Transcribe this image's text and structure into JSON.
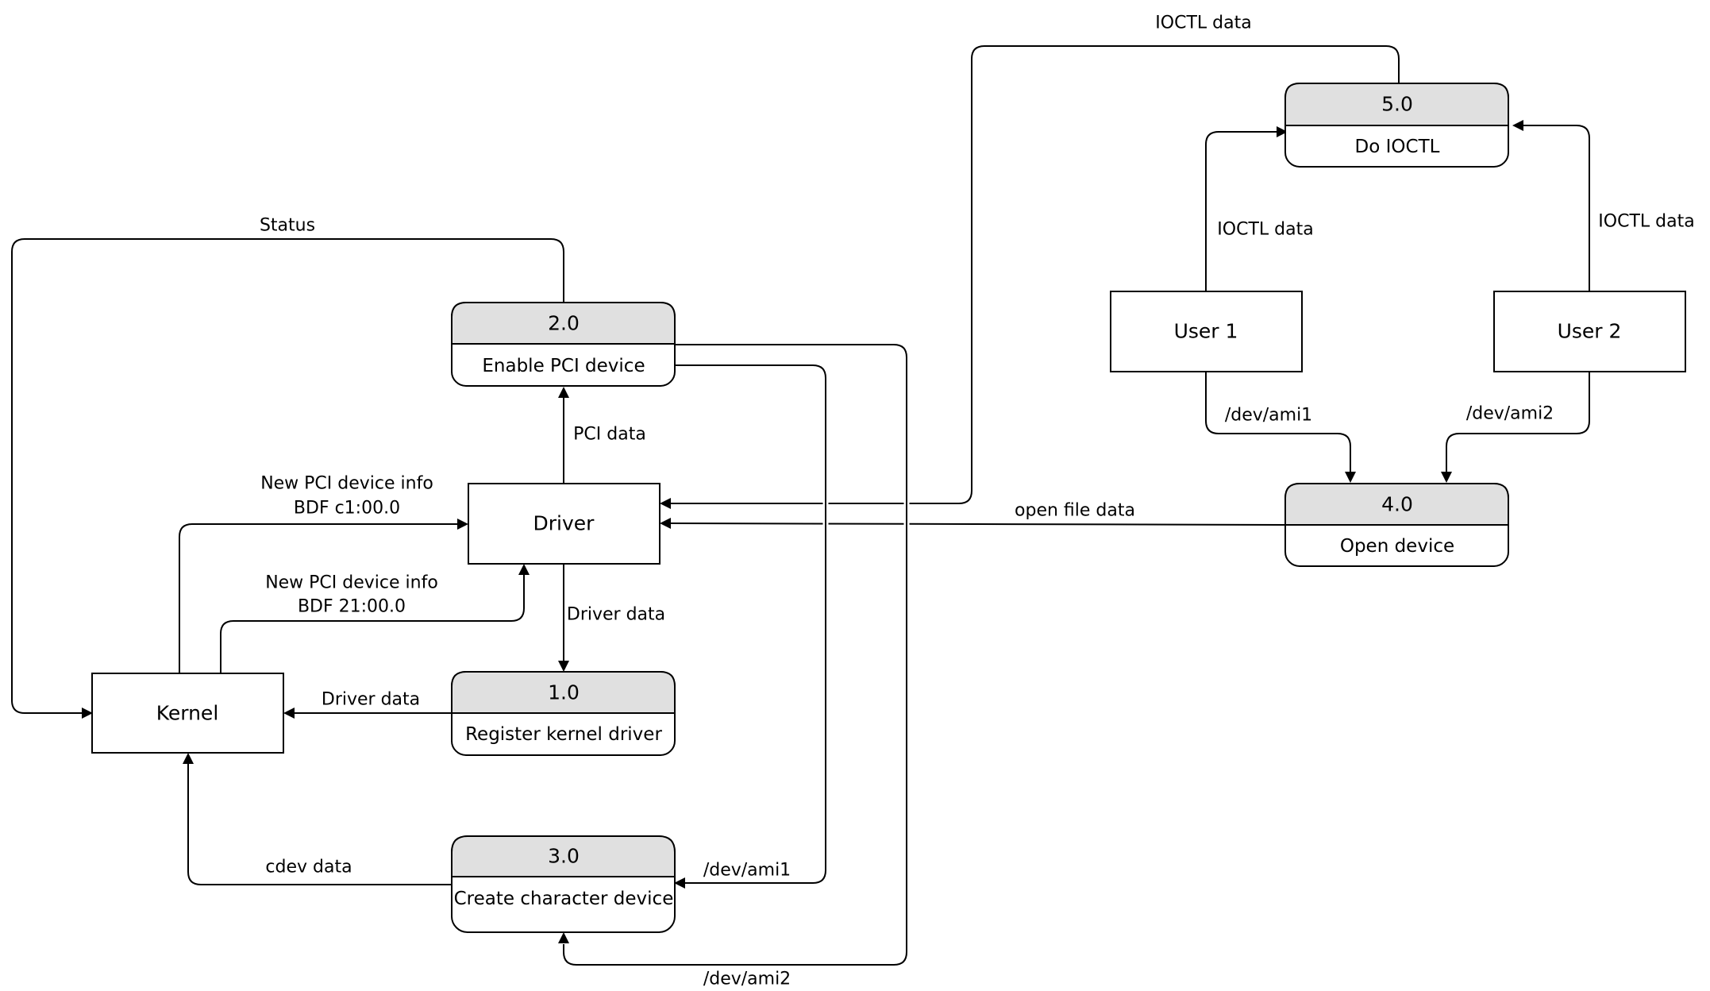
{
  "entities": {
    "driver": "Driver",
    "kernel": "Kernel",
    "user1": "User 1",
    "user2": "User 2"
  },
  "processes": {
    "p1": {
      "id": "1.0",
      "name": "Register kernel driver"
    },
    "p2": {
      "id": "2.0",
      "name": "Enable PCI device"
    },
    "p3": {
      "id": "3.0",
      "name": "Create character device"
    },
    "p4": {
      "id": "4.0",
      "name": "Open device"
    },
    "p5": {
      "id": "5.0",
      "name": "Do IOCTL"
    }
  },
  "flows": {
    "status": "Status",
    "ioctl_top": "IOCTL data",
    "ioctl_user1": "IOCTL data",
    "ioctl_user2": "IOCTL data",
    "pci_data": "PCI data",
    "new_pci_1": "New PCI device info",
    "bdf_1": "BDF c1:00.0",
    "new_pci_2": "New PCI device info",
    "bdf_2": "BDF 21:00.0",
    "driver_data_down": "Driver data",
    "driver_data_left": "Driver data",
    "cdev_data": "cdev data",
    "dev_ami1_p3": "/dev/ami1",
    "dev_ami2_p3": "/dev/ami2",
    "dev_ami1_user": "/dev/ami1",
    "dev_ami2_user": "/dev/ami2",
    "open_file_data": "open file data"
  }
}
